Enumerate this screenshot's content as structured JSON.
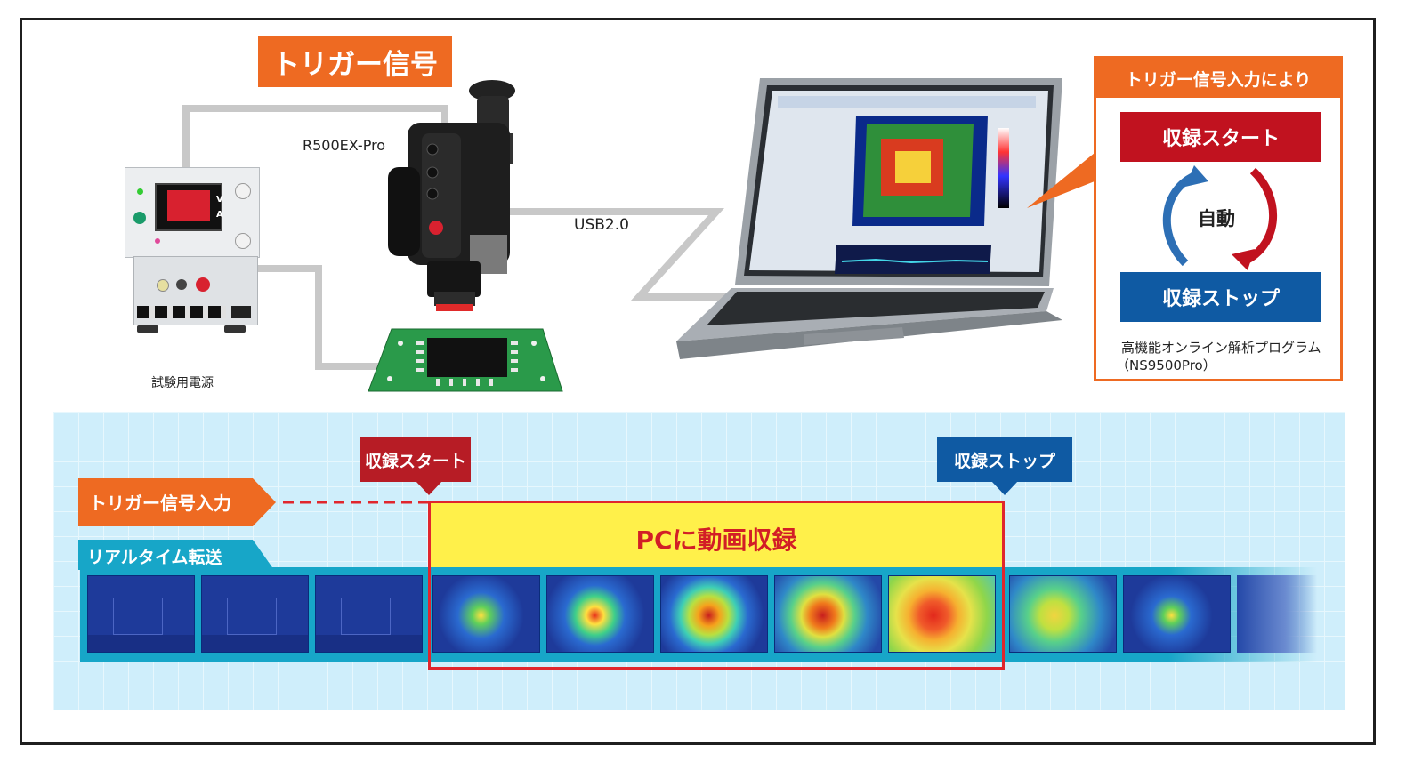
{
  "top": {
    "trigger_signal_label": "トリガー信号",
    "camera_model": "R500EX-Pro",
    "usb_label": "USB2.0",
    "power_supply_label": "試験用電源",
    "power_display_v": "V",
    "power_display_a": "A"
  },
  "panel": {
    "header": "トリガー信号入力により",
    "start_label": "収録スタート",
    "auto_label": "自動",
    "stop_label": "収録ストップ",
    "software_name": "高機能オンライン解析プログラム",
    "software_code": "（NS9500Pro）"
  },
  "timeline": {
    "start_callout": "収録スタート",
    "stop_callout": "収録ストップ",
    "trigger_input_label": "トリガー信号入力",
    "realtime_label": "リアルタイム転送",
    "record_label": "PCに動画収録"
  },
  "colors": {
    "orange": "#ee6a22",
    "red": "#c1121f",
    "blue": "#0f5aa3",
    "yellow": "#fff04a",
    "teal": "#17a6c8"
  }
}
